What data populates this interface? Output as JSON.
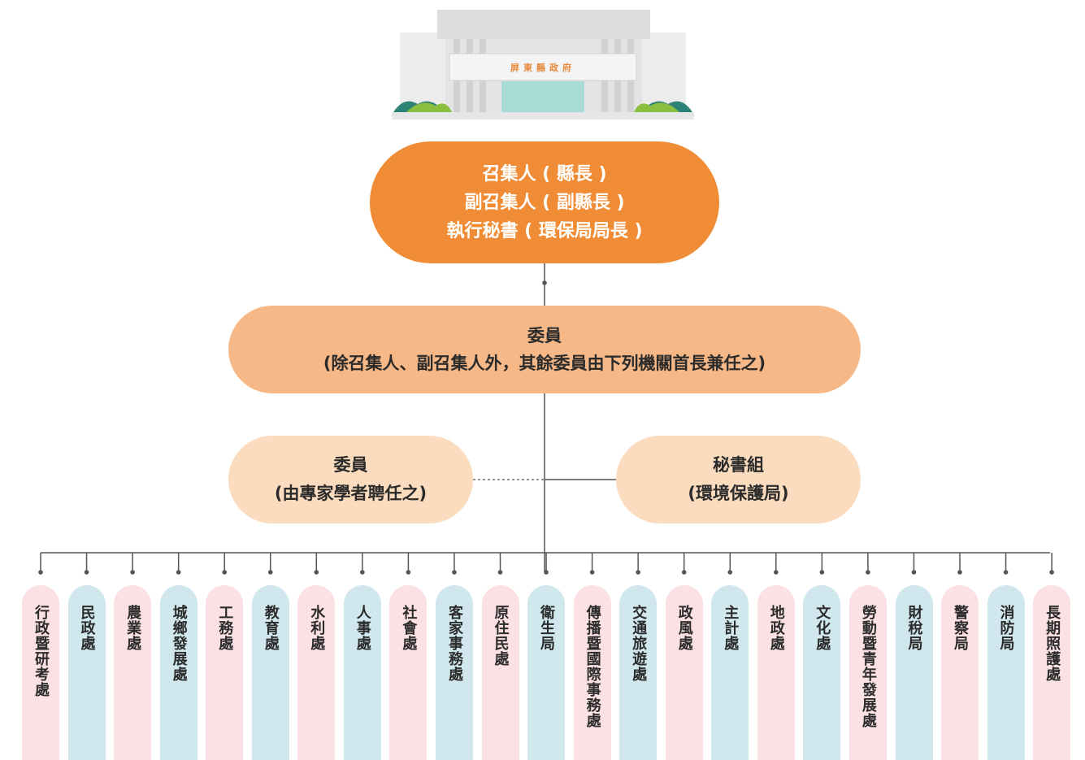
{
  "building": {
    "sign": "屏東縣政府"
  },
  "convener": {
    "lines": [
      "召集人 ( 縣長 )",
      "副召集人 ( 副縣長 )",
      "執行秘書 ( 環保局局長 )"
    ]
  },
  "members": {
    "title": "委員",
    "subtitle": "(除召集人、副召集人外，其餘委員由下列機關首長兼任之)"
  },
  "experts": {
    "title": "委員",
    "subtitle": "(由專家學者聘任之)"
  },
  "secretariat": {
    "title": "秘書組",
    "subtitle": "(環境保護局)"
  },
  "departments": [
    "行政暨研考處",
    "民政處",
    "農業處",
    "城鄉發展處",
    "工務處",
    "教育處",
    "水利處",
    "人事處",
    "社會處",
    "客家事務處",
    "原住民處",
    "衛生局",
    "傳播暨國際事務處",
    "交通旅遊處",
    "政風處",
    "主計處",
    "地政處",
    "文化處",
    "勞動暨青年發展處",
    "財稅局",
    "警察局",
    "消防局",
    "長期照護處"
  ],
  "colors": {
    "convener": "#f08c35",
    "members": "#f6b886",
    "side_boxes": "#fbdcbf",
    "dept_pink": "#fbe0e4",
    "dept_blue": "#cfe7ed",
    "lines": "#555555"
  }
}
